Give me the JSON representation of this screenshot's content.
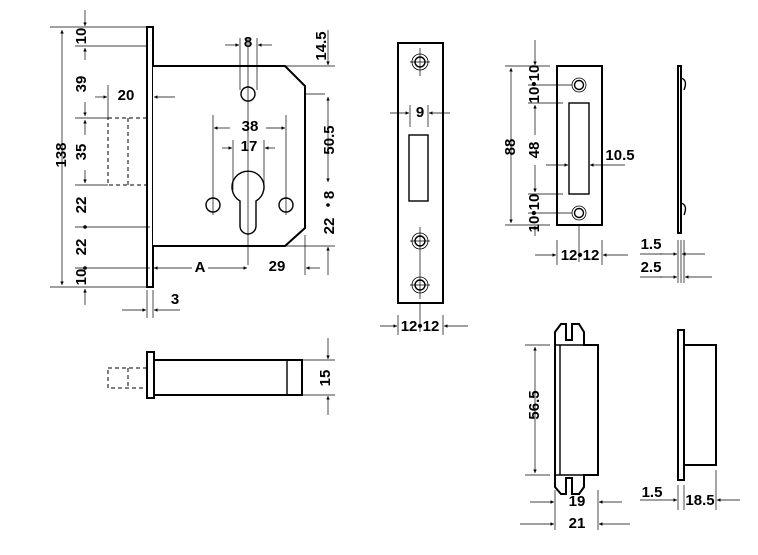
{
  "main_lock": {
    "d_138": "138",
    "d_10_top": "10",
    "d_39": "39",
    "d_35": "35",
    "d_22a": "22",
    "d_22b": "22",
    "d_10_bot": "10",
    "d_20": "20",
    "d_8_top": "8",
    "d_14_5": "14.5",
    "d_38": "38",
    "d_17": "17",
    "d_50_5": "50.5",
    "d_8_side": "8",
    "d_22_side": "22",
    "d_A": "A",
    "d_29": "29",
    "d_3": "3"
  },
  "side_view": {
    "d_15": "15"
  },
  "strike_plate_1": {
    "d_9": "9",
    "d_12_12": "12•12"
  },
  "strike_plate_2": {
    "d_88": "88",
    "d_10_10_top": "10•10",
    "d_48": "48",
    "d_10_10_bot": "10•10",
    "d_10_5": "10.5",
    "d_12_12": "12•12",
    "d_1_5": "1.5",
    "d_2_5": "2.5"
  },
  "striking_box": {
    "d_56_5": "56.5",
    "d_19": "19",
    "d_21": "21",
    "d_1_5": "1.5",
    "d_18_5": "18.5"
  }
}
